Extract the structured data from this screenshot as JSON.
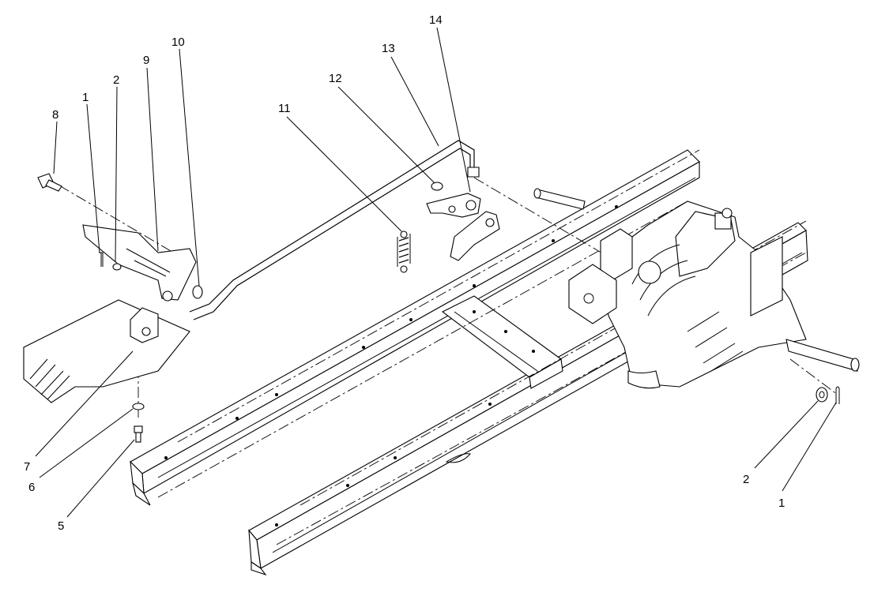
{
  "callouts": {
    "c1a": "1",
    "c2a": "2",
    "c8": "8",
    "c9": "9",
    "c10": "10",
    "c11": "11",
    "c12": "12",
    "c13": "13",
    "c14": "14",
    "c7": "7",
    "c6": "6",
    "c5": "5",
    "c2b": "2",
    "c1b": "1"
  }
}
